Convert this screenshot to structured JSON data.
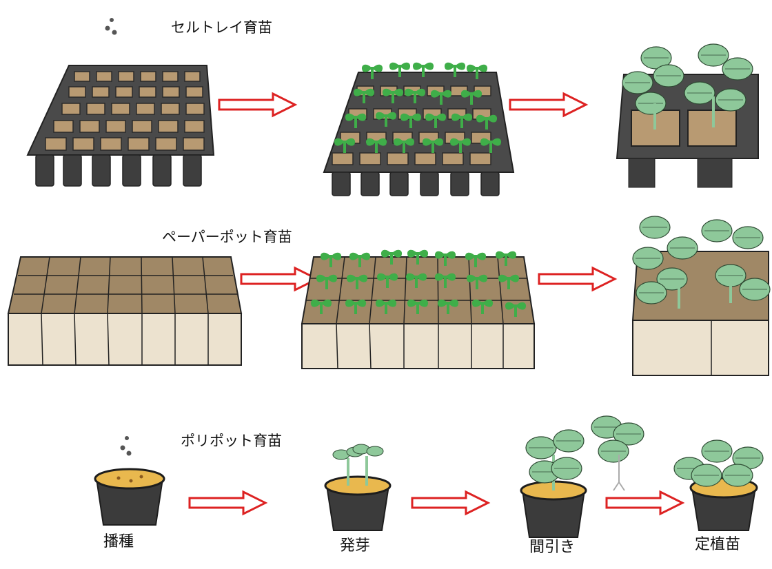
{
  "sections": {
    "cell_tray": {
      "title": "セルトレイ育苗"
    },
    "paper_pot": {
      "title": "ペーパーポット育苗"
    },
    "poly_pot": {
      "title": "ポリポット育苗"
    }
  },
  "stages": [
    "播種",
    "発芽",
    "間引き",
    "定植苗"
  ],
  "colors": {
    "tray": "#4a4a4a",
    "soil": "#b89a72",
    "sprout": "#3fae49",
    "leaf": "#8ec89a",
    "paper": "#ece2cf",
    "arrow": "#dd2222",
    "pot": "#3b3b3b",
    "pot_soil": "#e9b84e"
  },
  "icons": [
    "seed-icon",
    "arrow-icon",
    "sprout-icon",
    "leaf-icon"
  ]
}
